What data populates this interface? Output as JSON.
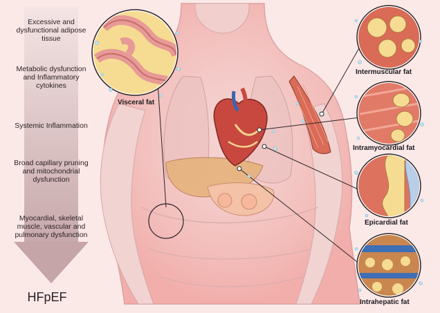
{
  "pathway": {
    "steps": [
      "Excessive and dysfunctional adipose tissue",
      "Metabolic dysfunction and Inflammatory cytokines",
      "Systemic Inflammation",
      "Broad capillary pruning and mitochondrial dysfunction",
      "Myocardial, skeletal muscle, vascular and pulmonary dysfunction"
    ],
    "outcome": "HFpEF"
  },
  "labels": {
    "visceral": "Visceral fat",
    "intermuscular": "Intermuscular fat",
    "intramyocardial": "Intramyocardial fat",
    "epicardial": "Epicardial fat",
    "intrahepatic": "Intrahepatic fat"
  },
  "colors": {
    "background": "#fbe9e8",
    "arrow": "#c9aeb0",
    "body": "#f3d6d4",
    "fat": "#f4d590",
    "muscle": "#d96b57",
    "inflammation": "#f28a86"
  }
}
